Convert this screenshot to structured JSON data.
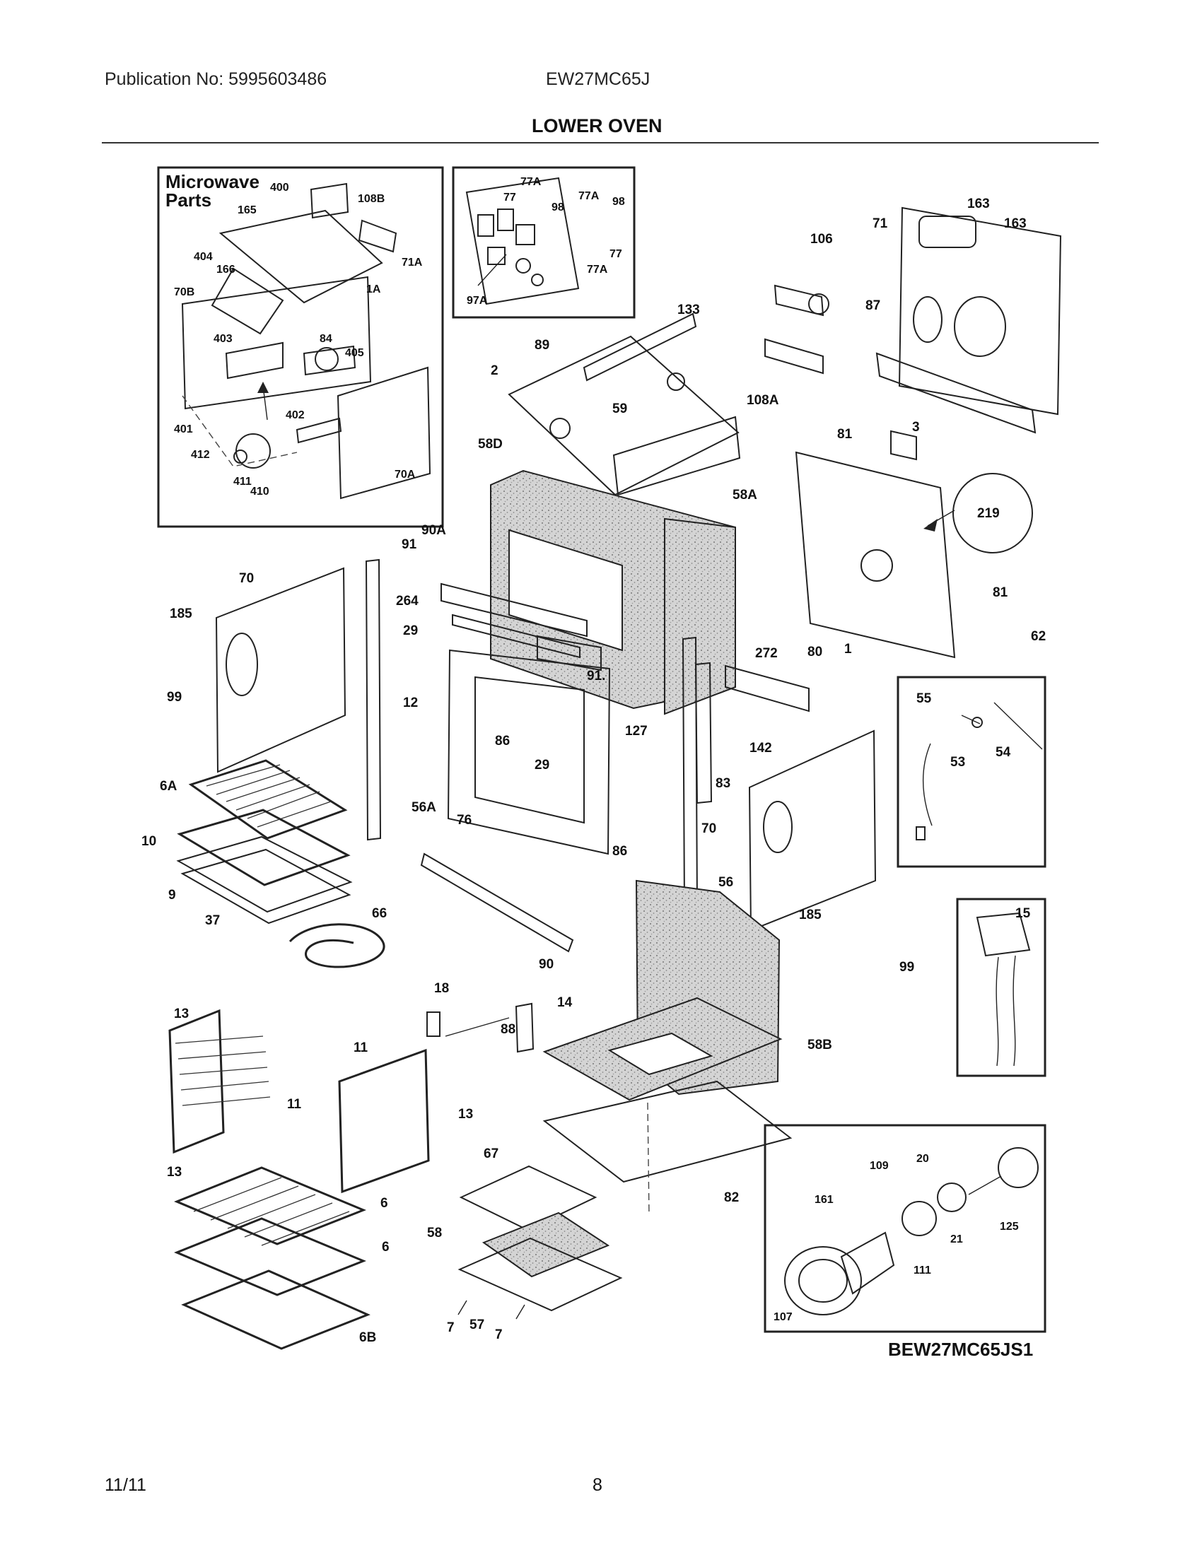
{
  "header": {
    "publication": "Publication No: 5995603486",
    "model": "EW27MC65J",
    "section_title": "LOWER OVEN"
  },
  "footer": {
    "date": "11/11",
    "page": "8"
  },
  "diagram": {
    "figure_code": "BEW27MC65JS1",
    "inset_titles": {
      "microwave": "Microwave",
      "microwave_line2": "Parts"
    },
    "microwave_labels": [
      "400",
      "108B",
      "165",
      "404",
      "166",
      "71A",
      "70B",
      "1A",
      "403",
      "84",
      "405",
      "402",
      "401",
      "412",
      "411",
      "410",
      "70A"
    ],
    "board_labels": [
      "77A",
      "77",
      "98",
      "77A",
      "98",
      "77",
      "77A",
      "97A"
    ],
    "main_labels": [
      "163",
      "163",
      "71",
      "106",
      "87",
      "133",
      "89",
      "2",
      "59",
      "108A",
      "81",
      "3",
      "58D",
      "58A",
      "219",
      "90A",
      "91",
      "264",
      "70",
      "185",
      "29",
      "12",
      "91.",
      "81",
      "62",
      "272",
      "80",
      "1",
      "99",
      "127",
      "142",
      "86",
      "29",
      "83",
      "6A",
      "56A",
      "76",
      "10",
      "70",
      "86",
      "9",
      "56",
      "185",
      "37",
      "66",
      "90",
      "99",
      "18",
      "14",
      "13",
      "88",
      "58B",
      "11",
      "11",
      "13",
      "13",
      "67",
      "82",
      "6",
      "58",
      "6",
      "7",
      "57",
      "7",
      "6B"
    ],
    "thermo_labels": [
      "55",
      "54",
      "53"
    ],
    "element_labels": [
      "15"
    ],
    "fan_labels": [
      "20",
      "109",
      "161",
      "21",
      "125",
      "111",
      "107"
    ]
  }
}
